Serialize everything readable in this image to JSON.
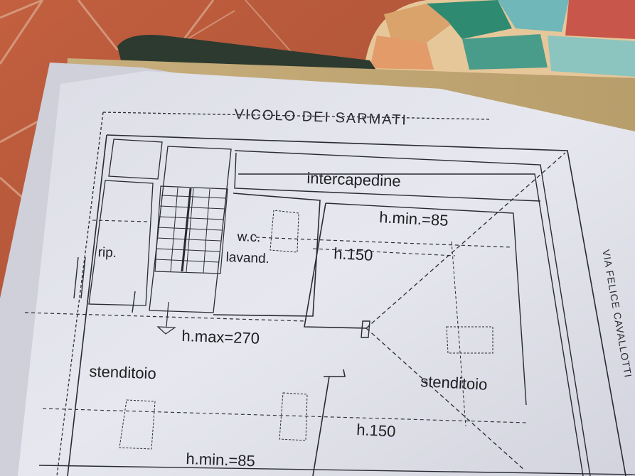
{
  "plan": {
    "street_top": "VICOLO DEI SARMATI",
    "street_right": "VIA FELICE CAVALLOTTI",
    "rooms": {
      "intercapedine": "intercapedine",
      "rip": "rip.",
      "wc": "w.c.",
      "lavand": "lavand.",
      "stenditoio_left": "stenditoio",
      "stenditoio_right": "stenditoio"
    },
    "heights": {
      "hmin_top": "h.min.=85",
      "h150_top": "h.150",
      "hmax": "h.max=270",
      "h150_bottom": "h.150",
      "hmin_bottom": "h.min.=85"
    }
  }
}
